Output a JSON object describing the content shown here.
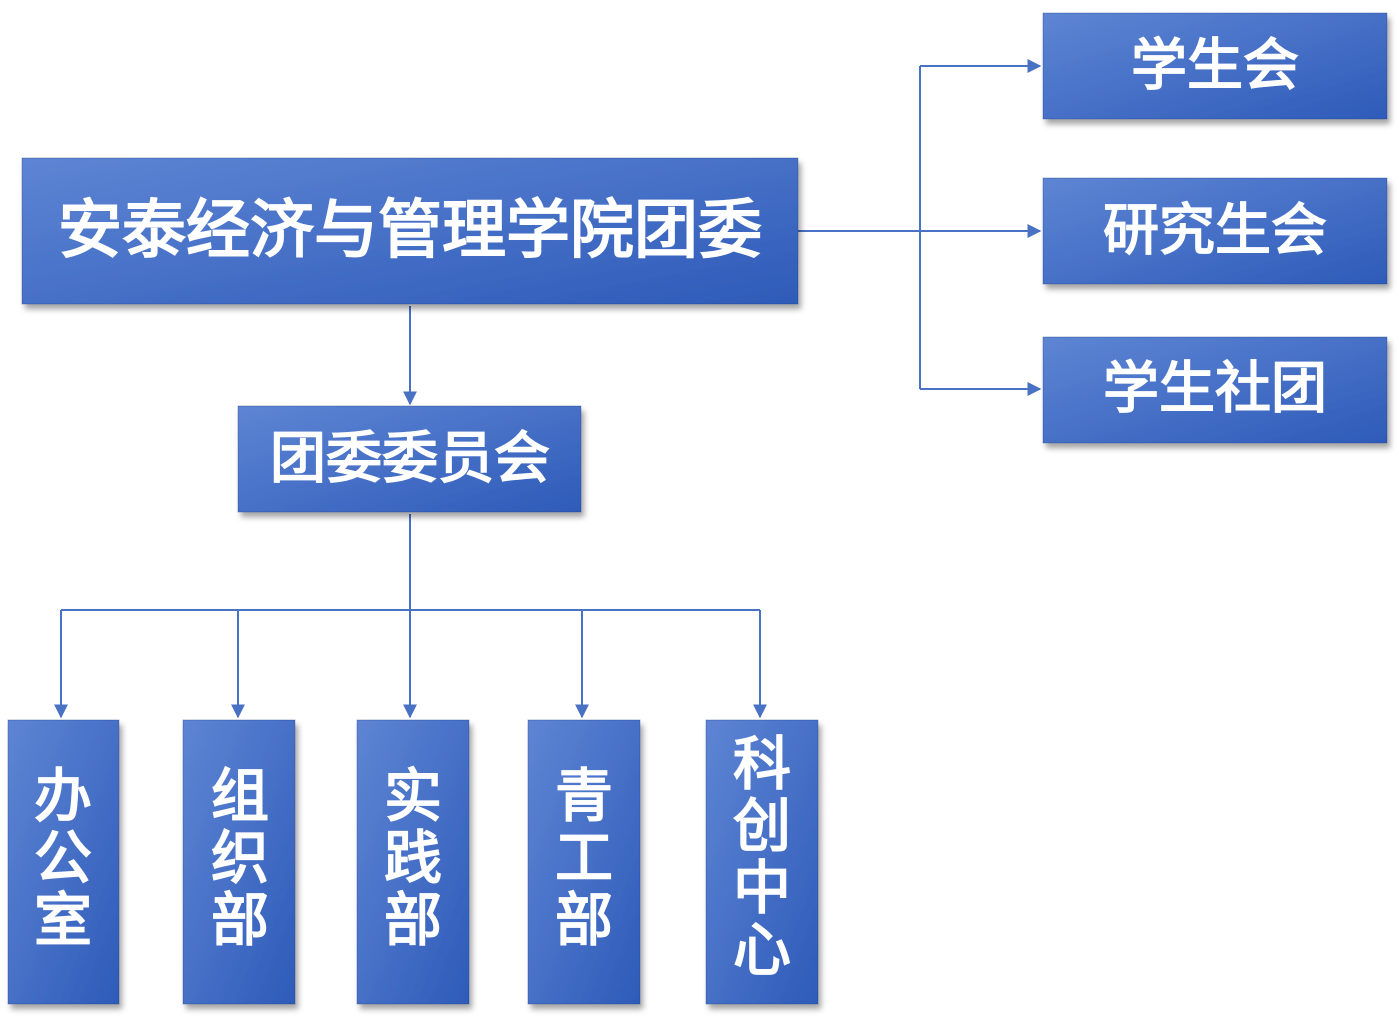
{
  "colors": {
    "box_light": "#5e85d4",
    "box_dark": "#2e5bb9",
    "line": "#4a72c4",
    "text": "#ffffff"
  },
  "root": {
    "label": "安泰经济与管理学院团委"
  },
  "committee": {
    "label": "团委委员会"
  },
  "affiliates": [
    {
      "label": "学生会"
    },
    {
      "label": "研究生会"
    },
    {
      "label": "学生社团"
    }
  ],
  "departments": [
    {
      "label": "办公室"
    },
    {
      "label": "组织部"
    },
    {
      "label": "实践部"
    },
    {
      "label": "青工部"
    },
    {
      "label": "科创中心"
    }
  ]
}
